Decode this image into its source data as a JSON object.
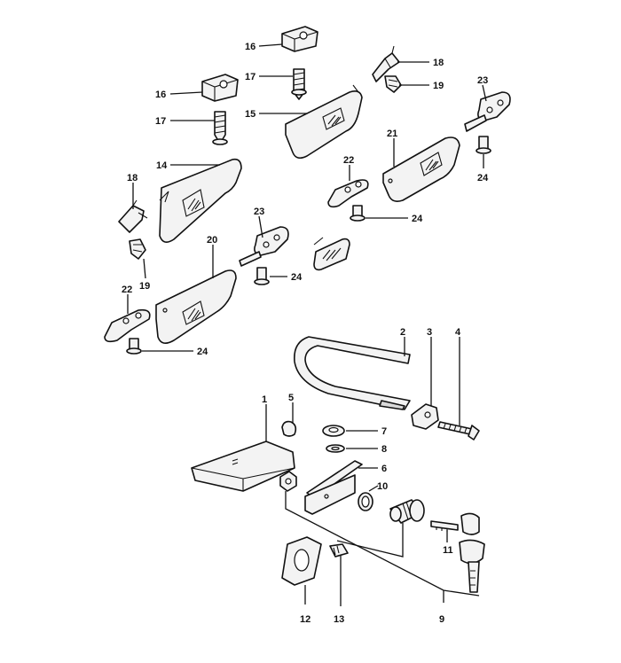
{
  "callouts": {
    "c1": "1",
    "c2": "2",
    "c3": "3",
    "c4": "4",
    "c5": "5",
    "c6": "6",
    "c7": "7",
    "c8": "8",
    "c9": "9",
    "c10": "10",
    "c11": "11",
    "c12": "12",
    "c13": "13",
    "c14": "14",
    "c15": "15",
    "c16a": "16",
    "c16b": "16",
    "c17a": "17",
    "c17b": "17",
    "c18a": "18",
    "c18b": "18",
    "c19a": "19",
    "c19b": "19",
    "c20": "20",
    "c21": "21",
    "c22a": "22",
    "c22b": "22",
    "c23a": "23",
    "c23b": "23",
    "c24a": "24",
    "c24b": "24",
    "c24c": "24",
    "c24d": "24"
  }
}
